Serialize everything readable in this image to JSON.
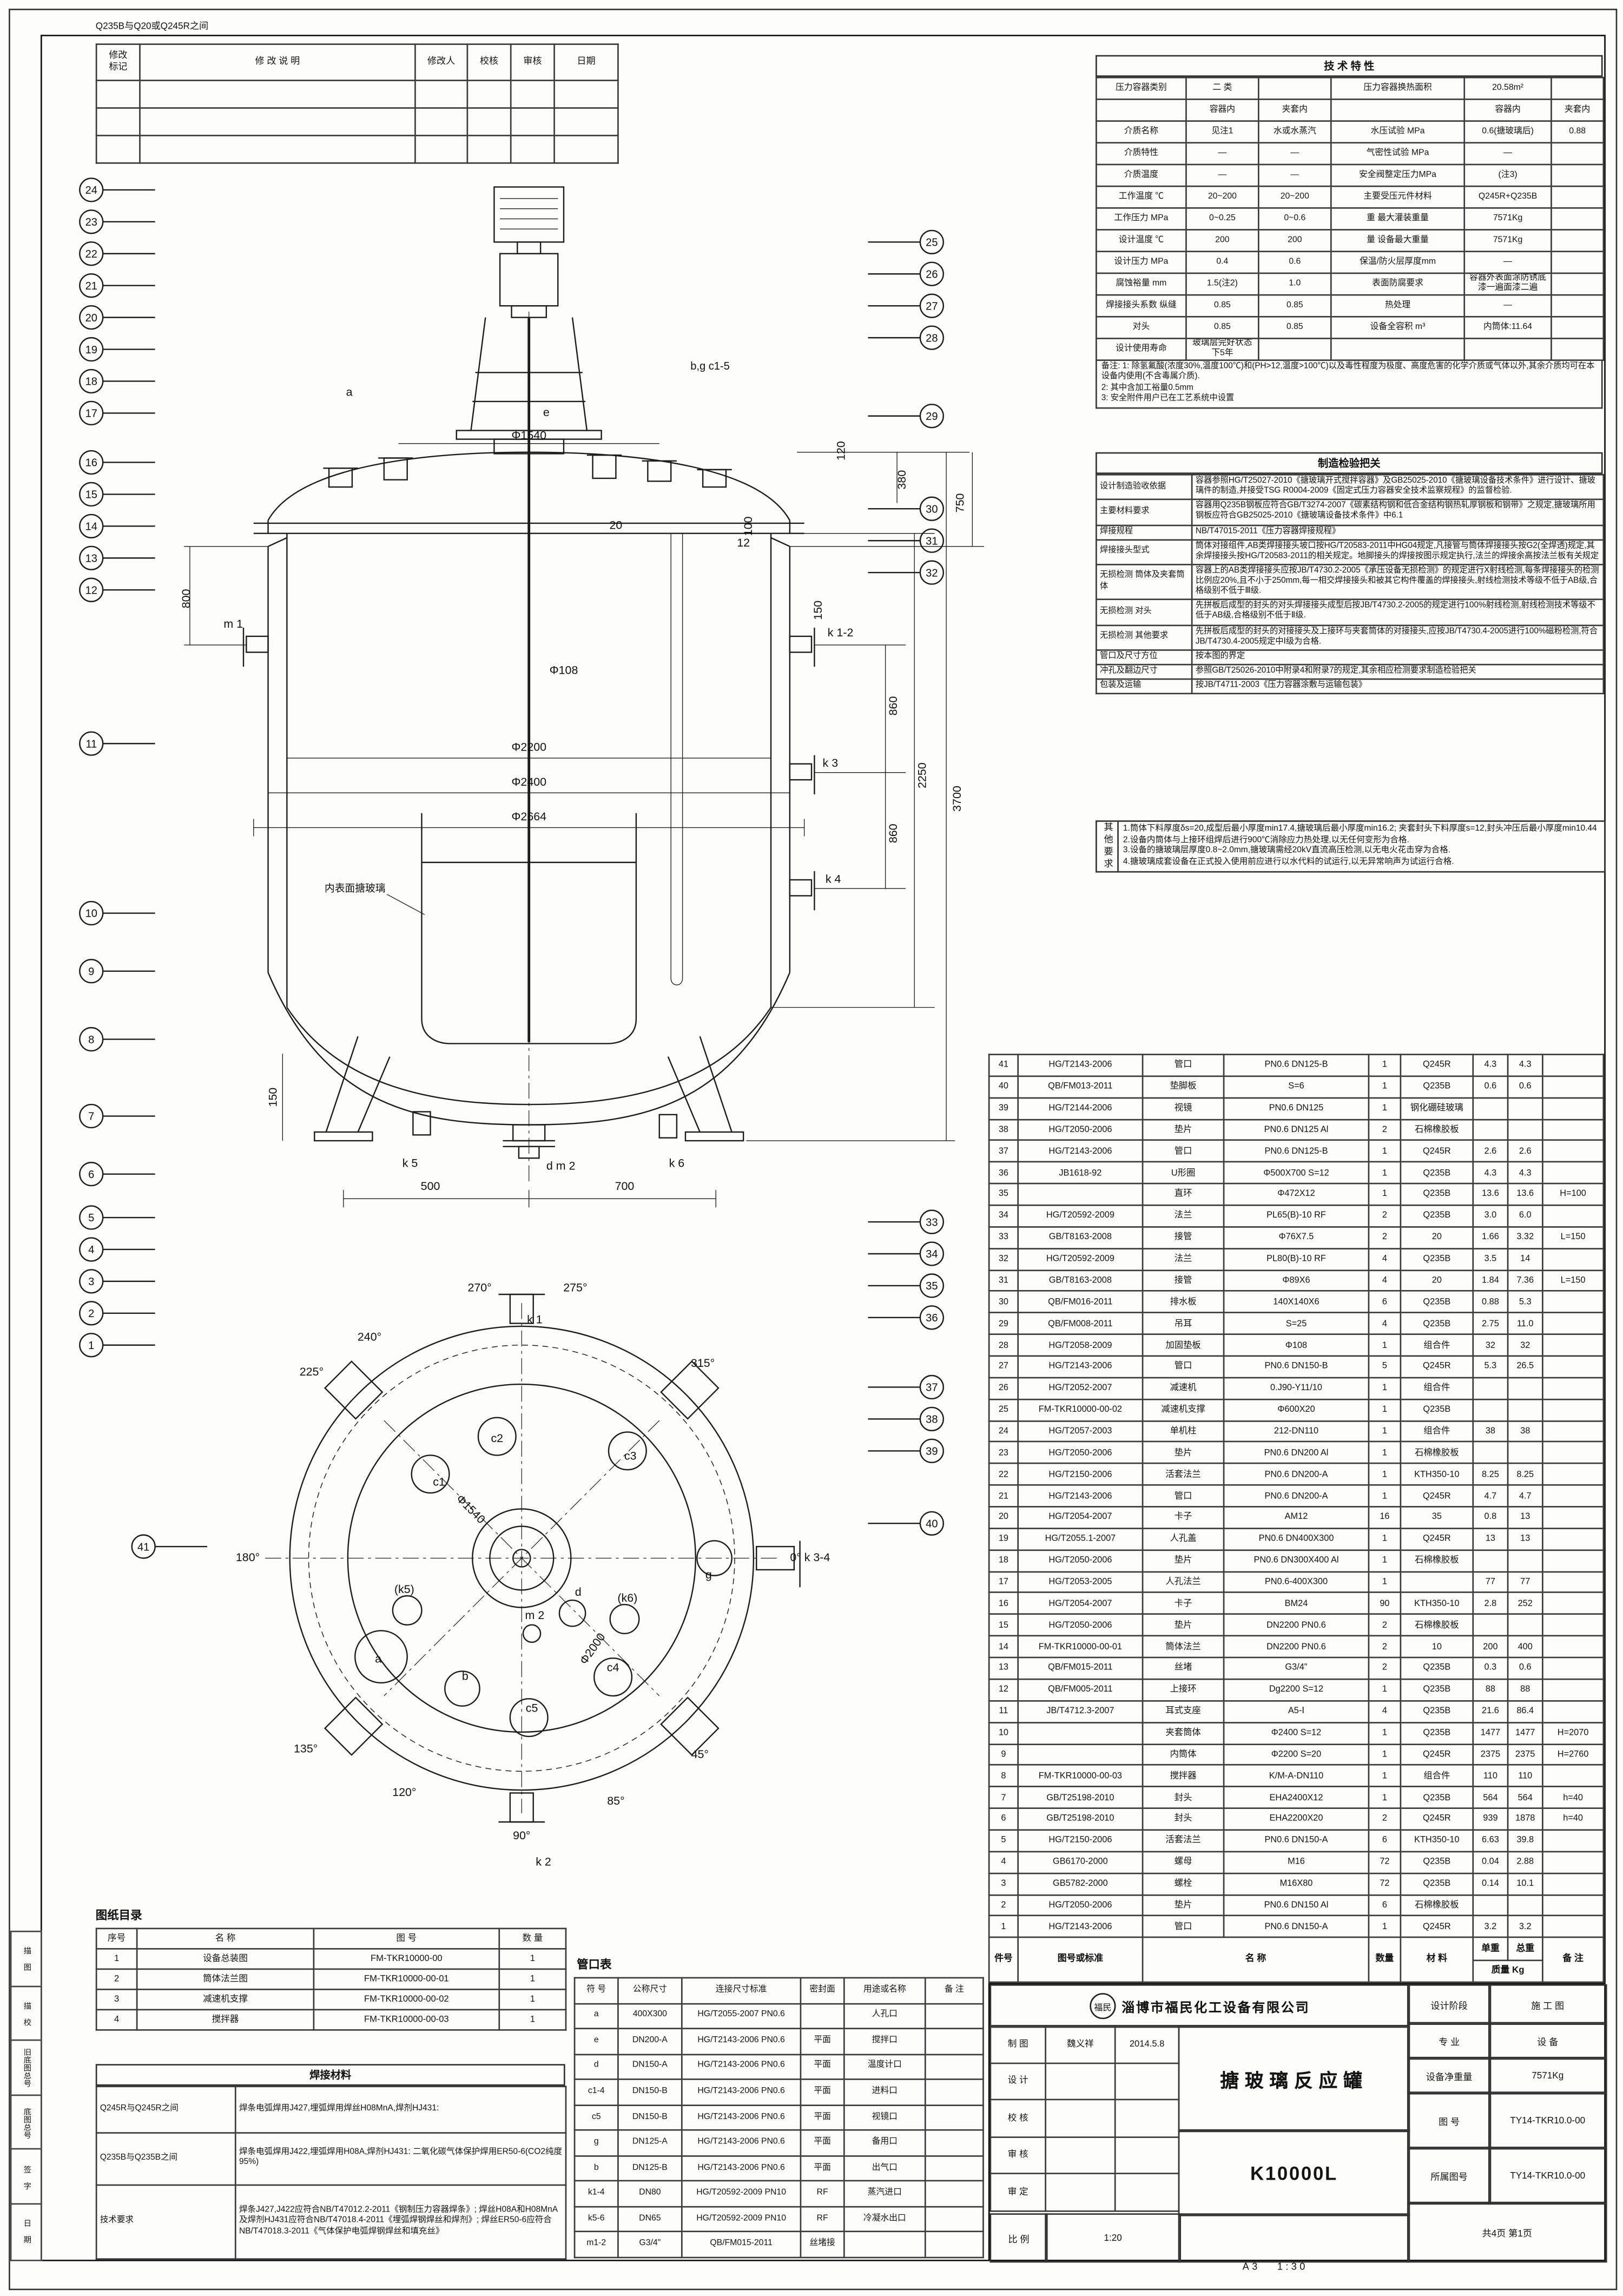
{
  "frame": {
    "corner_note": "Q235B与Q20或Q245R之间",
    "format": "A3",
    "print_scale": "1:30",
    "edge_labels": [
      "描 图",
      "描 校",
      "旧底图总号",
      "底图总号",
      "签 字",
      "日 期"
    ]
  },
  "revision": {
    "head": [
      [
        "修改\n标记",
        "修  改  说  明",
        "修改人",
        "校核",
        "审核",
        "日期"
      ]
    ]
  },
  "params": {
    "title": "技  术  特  性",
    "rows": [
      [
        "压力容器类别",
        "二 类",
        "",
        "压力容器换热面积",
        "20.58m²",
        ""
      ],
      [
        "",
        "容器内",
        "夹套内",
        "",
        "容器内",
        "夹套内"
      ],
      [
        "介质名称",
        "见注1",
        "水或水蒸汽",
        "水压试验  MPa",
        "0.6(搪玻璃后)",
        "0.88"
      ],
      [
        "介质特性",
        "—",
        "—",
        "气密性试验  MPa",
        "—",
        ""
      ],
      [
        "介质温度",
        "—",
        "—",
        "安全阀整定压力MPa",
        "(注3)",
        ""
      ],
      [
        "工作温度 ℃",
        "20~200",
        "20~200",
        "主要受压元件材料",
        "Q245R+Q235B",
        ""
      ],
      [
        "工作压力 MPa",
        "0~0.25",
        "0~0.6",
        "重 最大灌装重量",
        "7571Kg",
        ""
      ],
      [
        "设计温度 ℃",
        "200",
        "200",
        "量 设备最大重量",
        "7571Kg",
        ""
      ],
      [
        "设计压力 MPa",
        "0.4",
        "0.6",
        "保温/防火层厚度mm",
        "—",
        ""
      ],
      [
        "腐蚀裕量 mm",
        "1.5(注2)",
        "1.0",
        "表面防腐要求",
        "容器外表面涂防锈底漆一遍面漆二遍",
        ""
      ],
      [
        "焊接接头系数 纵缝",
        "0.85",
        "0.85",
        "热处理",
        "—",
        ""
      ],
      [
        "对头",
        "0.85",
        "0.85",
        "设备全容积 m³",
        "内筒体:11.64",
        ""
      ],
      [
        "设计使用寿命",
        "玻璃层完好状态下5年",
        "",
        "",
        "",
        ""
      ]
    ],
    "notes": [
      "备注: 1: 除氢氟酸(浓度30%,温度100℃)和(PH>12,温度>100℃)以及毒性程度为极度、高度危害的化学介质或气体以外,其余介质均可在本设备内使用(不含毒属介质).",
      "2: 其中含加工裕量0.5mm",
      "3: 安全附件用户已在工艺系统中设置"
    ]
  },
  "manufacture": {
    "title": "制造检验把关",
    "rows": [
      [
        "设计制造验收依据",
        "容器参照HG/T25027-2010《搪玻璃开式搅拌容器》及GB25025-2010《搪玻璃设备技术条件》进行设计、搪玻璃件的制造,并接受TSG R0004-2009《固定式压力容器安全技术监察规程》的监督检验."
      ],
      [
        "主要材料要求",
        "容器用Q235B钢板应符合GB/T3274-2007《碳素结构钢和低合金结构钢热轧厚钢板和钢带》之规定,搪玻璃所用钢板应符合GB25025-2010《搪玻璃设备技术条件》中6.1"
      ],
      [
        "焊接规程",
        "NB/T47015-2011《压力容器焊接规程》"
      ],
      [
        "焊接接头型式",
        "筒体对接组件,AB类焊接接头坡口按HG/T20583-2011中HG04规定,凡接管与筒体焊接接头按G2(全焊透)规定,其余焊接接头按HG/T20583-2011的相关规定。地脚接头的焊接按图示规定执行,法兰的焊接余高按法兰板有关规定"
      ],
      [
        "无损检测 筒体及夹套筒体",
        "容器上的AB类焊接接头应按JB/T4730.2-2005《承压设备无损检测》的规定进行X射线检测,每条焊接接头的检测比例应20%,且不小于250mm,每一相交焊接接头和被其它构件覆盖的焊接接头,射线检测技术等级不低于AB级,合格级别不低于Ⅲ级."
      ],
      [
        "无损检测 对头",
        "先拼板后成型的封头的对头焊接接头成型后按JB/T4730.2-2005的规定进行100%射线检测,射线检测技术等级不低于AB级,合格级别不低于Ⅱ级."
      ],
      [
        "无损检测 其他要求",
        "先拼板后成型的封头的对接接头及上接环与夹套筒体的对接接头,应按JB/T4730.4-2005进行100%磁粉检测,符合JB/T4730.4-2005规定中Ⅰ级为合格."
      ],
      [
        "管口及尺寸方位",
        "按本图的界定"
      ],
      [
        "冲孔及翻边尺寸",
        "参照GB/T25026-2010中附录4和附录7的规定,其余相应检测要求制造检验把关"
      ],
      [
        "包装及运输",
        "按JB/T4711-2003《压力容器涂敷与运输包装》"
      ]
    ]
  },
  "other_req": {
    "title": "其他要求",
    "items": [
      "1.筒体下料厚度δs=20,成型后最小厚度min17.4,搪玻璃后最小厚度min16.2; 夹套封头下料厚度s=12,封头冲压后最小厚度min10.44",
      "2.设备内筒体与上接环组焊后进行900℃消除应力热处理,以无任何变形为合格.",
      "3.设备的搪玻璃层厚度0.8~2.0mm,搪玻璃需经20kV直流高压检测,以无电火花击穿为合格.",
      "4.搪玻璃成套设备在正式投入使用前应进行以水代料的试运行,以无异常响声为试运行合格."
    ]
  },
  "bom": {
    "h_no": "件号",
    "h_std": "图号或标准",
    "h_name": "名  称",
    "h_qty": "数量",
    "h_mat": "材 料",
    "h_unit": "单重",
    "h_total": "总重",
    "h_mass": "质量 Kg",
    "h_note": "备 注",
    "rows": [
      [
        "41",
        "HG/T2143-2006",
        "管口",
        "PN0.6 DN125-B",
        "1",
        "Q245R",
        "4.3",
        "4.3",
        ""
      ],
      [
        "40",
        "QB/FM013-2011",
        "垫脚板",
        "S=6",
        "1",
        "Q235B",
        "0.6",
        "0.6",
        ""
      ],
      [
        "39",
        "HG/T2144-2006",
        "视镜",
        "PN0.6 DN125",
        "1",
        "钢化硼硅玻璃",
        "",
        "",
        ""
      ],
      [
        "38",
        "HG/T2050-2006",
        "垫片",
        "PN0.6 DN125 Al",
        "2",
        "石棉橡胶板",
        "",
        "",
        ""
      ],
      [
        "37",
        "HG/T2143-2006",
        "管口",
        "PN0.6 DN125-B",
        "1",
        "Q245R",
        "2.6",
        "2.6",
        ""
      ],
      [
        "36",
        "JB1618-92",
        "U形圈",
        "Φ500X700  S=12",
        "1",
        "Q235B",
        "4.3",
        "4.3",
        ""
      ],
      [
        "35",
        "",
        "直环",
        "Φ472X12",
        "1",
        "Q235B",
        "13.6",
        "13.6",
        "H=100"
      ],
      [
        "34",
        "HG/T20592-2009",
        "法兰",
        "PL65(B)-10 RF",
        "2",
        "Q235B",
        "3.0",
        "6.0",
        ""
      ],
      [
        "33",
        "GB/T8163-2008",
        "接管",
        "Φ76X7.5",
        "2",
        "20",
        "1.66",
        "3.32",
        "L=150"
      ],
      [
        "32",
        "HG/T20592-2009",
        "法兰",
        "PL80(B)-10 RF",
        "4",
        "Q235B",
        "3.5",
        "14",
        ""
      ],
      [
        "31",
        "GB/T8163-2008",
        "接管",
        "Φ89X6",
        "4",
        "20",
        "1.84",
        "7.36",
        "L=150"
      ],
      [
        "30",
        "QB/FM016-2011",
        "排水板",
        "140X140X6",
        "6",
        "Q235B",
        "0.88",
        "5.3",
        ""
      ],
      [
        "29",
        "QB/FM008-2011",
        "吊耳",
        "S=25",
        "4",
        "Q235B",
        "2.75",
        "11.0",
        ""
      ],
      [
        "28",
        "HG/T2058-2009",
        "加固垫板",
        "Φ108",
        "1",
        "组合件",
        "32",
        "32",
        ""
      ],
      [
        "27",
        "HG/T2143-2006",
        "管口",
        "PN0.6 DN150-B",
        "5",
        "Q245R",
        "5.3",
        "26.5",
        ""
      ],
      [
        "26",
        "HG/T2052-2007",
        "减速机",
        "0.J90-Y11/10",
        "1",
        "组合件",
        "",
        "",
        ""
      ],
      [
        "25",
        "FM-TKR10000-00-02",
        "减速机支撑",
        "Φ600X20",
        "1",
        "Q235B",
        "",
        "",
        ""
      ],
      [
        "24",
        "HG/T2057-2003",
        "单机柱",
        "212-DN110",
        "1",
        "组合件",
        "38",
        "38",
        ""
      ],
      [
        "23",
        "HG/T2050-2006",
        "垫片",
        "PN0.6 DN200 Al",
        "1",
        "石棉橡胶板",
        "",
        "",
        ""
      ],
      [
        "22",
        "HG/T2150-2006",
        "活套法兰",
        "PN0.6 DN200-A",
        "1",
        "KTH350-10",
        "8.25",
        "8.25",
        ""
      ],
      [
        "21",
        "HG/T2143-2006",
        "管口",
        "PN0.6 DN200-A",
        "1",
        "Q245R",
        "4.7",
        "4.7",
        ""
      ],
      [
        "20",
        "HG/T2054-2007",
        "卡子",
        "AM12",
        "16",
        "35",
        "0.8",
        "13",
        ""
      ],
      [
        "19",
        "HG/T2055.1-2007",
        "人孔盖",
        "PN0.6 DN400X300",
        "1",
        "Q245R",
        "13",
        "13",
        ""
      ],
      [
        "18",
        "HG/T2050-2006",
        "垫片",
        "PN0.6 DN300X400 Al",
        "1",
        "石棉橡胶板",
        "",
        "",
        ""
      ],
      [
        "17",
        "HG/T2053-2005",
        "人孔法兰",
        "PN0.6-400X300",
        "1",
        "",
        "77",
        "77",
        ""
      ],
      [
        "16",
        "HG/T2054-2007",
        "卡子",
        "BM24",
        "90",
        "KTH350-10",
        "2.8",
        "252",
        ""
      ],
      [
        "15",
        "HG/T2050-2006",
        "垫片",
        "DN2200 PN0.6",
        "2",
        "石棉橡胶板",
        "",
        "",
        ""
      ],
      [
        "14",
        "FM-TKR10000-00-01",
        "筒体法兰",
        "DN2200 PN0.6",
        "2",
        "10",
        "200",
        "400",
        ""
      ],
      [
        "13",
        "QB/FM015-2011",
        "丝堵",
        "G3/4\"",
        "2",
        "Q235B",
        "0.3",
        "0.6",
        ""
      ],
      [
        "12",
        "QB/FM005-2011",
        "上接环",
        "Dg2200 S=12",
        "1",
        "Q235B",
        "88",
        "88",
        ""
      ],
      [
        "11",
        "JB/T4712.3-2007",
        "耳式支座",
        "A5-Ⅰ",
        "4",
        "Q235B",
        "21.6",
        "86.4",
        ""
      ],
      [
        "10",
        "",
        "夹套筒体",
        "Φ2400  S=12",
        "1",
        "Q235B",
        "1477",
        "1477",
        "H=2070"
      ],
      [
        "9",
        "",
        "内筒体",
        "Φ2200  S=20",
        "1",
        "Q245R",
        "2375",
        "2375",
        "H=2760"
      ],
      [
        "8",
        "FM-TKR10000-00-03",
        "搅拌器",
        "K/M-A-DN110",
        "1",
        "组合件",
        "110",
        "110",
        ""
      ],
      [
        "7",
        "GB/T25198-2010",
        "封头",
        "EHA2400X12",
        "1",
        "Q235B",
        "564",
        "564",
        "h=40"
      ],
      [
        "6",
        "GB/T25198-2010",
        "封头",
        "EHA2200X20",
        "2",
        "Q245R",
        "939",
        "1878",
        "h=40"
      ],
      [
        "5",
        "HG/T2150-2006",
        "活套法兰",
        "PN0.6 DN150-A",
        "6",
        "KTH350-10",
        "6.63",
        "39.8",
        ""
      ],
      [
        "4",
        "GB6170-2000",
        "螺母",
        "M16",
        "72",
        "Q235B",
        "0.04",
        "2.88",
        ""
      ],
      [
        "3",
        "GB5782-2000",
        "螺栓",
        "M16X80",
        "72",
        "Q235B",
        "0.14",
        "10.1",
        ""
      ],
      [
        "2",
        "HG/T2050-2006",
        "垫片",
        "PN0.6 DN150 Al",
        "6",
        "石棉橡胶板",
        "",
        "",
        ""
      ],
      [
        "1",
        "HG/T2143-2006",
        "管口",
        "PN0.6 DN150-A",
        "1",
        "Q245R",
        "3.2",
        "3.2",
        ""
      ]
    ]
  },
  "catalog": {
    "title": "图纸目录",
    "head": [
      [
        "序号",
        "名    称",
        "图    号",
        "数 量"
      ]
    ],
    "rows": [
      [
        "1",
        "设备总装图",
        "FM-TKR10000-00",
        "1"
      ],
      [
        "2",
        "筒体法兰图",
        "FM-TKR10000-00-01",
        "1"
      ],
      [
        "3",
        "减速机支撑",
        "FM-TKR10000-00-02",
        "1"
      ],
      [
        "4",
        "搅拌器",
        "FM-TKR10000-00-03",
        "1"
      ]
    ]
  },
  "welding": {
    "title": "焊接材料",
    "rows": [
      [
        "Q245R与Q245R之间",
        "焊条电弧焊用J427,埋弧焊用焊丝H08MnA,焊剂HJ431:"
      ],
      [
        "Q235B与Q235B之间",
        "焊条电弧焊用J422,埋弧焊用H08A,焊剂HJ431: 二氧化碳气体保护焊用ER50-6(CO2纯度95%)"
      ],
      [
        "技术要求",
        "焊条J427,J422应符合NB/T47012.2-2011《钢制压力容器焊条》; 焊丝H08A和H08MnA及焊剂HJ431应符合NB/T47018.4-2011《埋弧焊钢焊丝和焊剂》; 焊丝ER50-6应符合NB/T47018.3-2011《气体保护电弧焊钢焊丝和填充丝》"
      ]
    ]
  },
  "nozzles": {
    "title": "管口表",
    "head": [
      [
        "符 号",
        "公称尺寸",
        "连接尺寸标准",
        "密封面",
        "用途或名称",
        "备 注"
      ]
    ],
    "rows": [
      [
        "a",
        "400X300",
        "HG/T2055-2007  PN0.6",
        "",
        "人孔口",
        ""
      ],
      [
        "e",
        "DN200-A",
        "HG/T2143-2006  PN0.6",
        "平面",
        "搅拌口",
        ""
      ],
      [
        "d",
        "DN150-A",
        "HG/T2143-2006  PN0.6",
        "平面",
        "温度计口",
        ""
      ],
      [
        "c1-4",
        "DN150-B",
        "HG/T2143-2006  PN0.6",
        "平面",
        "进料口",
        ""
      ],
      [
        "c5",
        "DN150-B",
        "HG/T2143-2006  PN0.6",
        "平面",
        "视镜口",
        ""
      ],
      [
        "g",
        "DN125-A",
        "HG/T2143-2006  PN0.6",
        "平面",
        "备用口",
        ""
      ],
      [
        "b",
        "DN125-B",
        "HG/T2143-2006  PN0.6",
        "平面",
        "出气口",
        ""
      ],
      [
        "k1-4",
        "DN80",
        "HG/T20592-2009  PN10",
        "RF",
        "蒸汽进口",
        ""
      ],
      [
        "k5-6",
        "DN65",
        "HG/T20592-2009  PN10",
        "RF",
        "冷凝水出口",
        ""
      ],
      [
        "m1-2",
        "G3/4\"",
        "QB/FM015-2011",
        "丝堵接",
        "",
        ""
      ]
    ]
  },
  "tb": {
    "logo": "福民",
    "company": "淄博市福民化工设备有限公司",
    "product": "搪玻璃反应罐",
    "model": "K10000L",
    "stage_l": "设计阶段",
    "stage": "施 工 图",
    "major_l": "专  业",
    "major": "设  备",
    "weight_l": "设备净重量",
    "weight": "7571Kg",
    "dwgno_l": "图  号",
    "dwgno": "TY14-TKR10.0-00",
    "parent_l": "所属图号",
    "parent": "TY14-TKR10.0-00",
    "scale_l": "比  例",
    "scale": "1:20",
    "page": "共4页  第1页",
    "roles": [
      [
        "制 图",
        "魏义祥",
        "2014.5.8"
      ],
      [
        "设 计",
        "",
        ""
      ],
      [
        "校 核",
        "",
        ""
      ],
      [
        "审 核",
        "",
        ""
      ],
      [
        "审 定",
        "",
        ""
      ]
    ]
  },
  "drawing": {
    "glass_note": "内表面搪玻璃",
    "balloons": [
      [
        "24",
        28,
        16
      ],
      [
        "23",
        28,
        38
      ],
      [
        "22",
        28,
        60
      ],
      [
        "21",
        28,
        82
      ],
      [
        "20",
        28,
        104
      ],
      [
        "19",
        28,
        126
      ],
      [
        "18",
        28,
        148
      ],
      [
        "17",
        28,
        170
      ],
      [
        "16",
        28,
        204
      ],
      [
        "15",
        28,
        226
      ],
      [
        "14",
        28,
        248
      ],
      [
        "13",
        28,
        270
      ],
      [
        "12",
        28,
        292
      ],
      [
        "11",
        28,
        398
      ],
      [
        "10",
        28,
        515
      ],
      [
        "9",
        28,
        555
      ],
      [
        "8",
        28,
        602
      ],
      [
        "7",
        28,
        655
      ],
      [
        "6",
        28,
        695
      ],
      [
        "5",
        28,
        725
      ],
      [
        "4",
        28,
        747
      ],
      [
        "3",
        28,
        769
      ],
      [
        "2",
        28,
        791
      ],
      [
        "1",
        28,
        813
      ],
      [
        "25",
        608,
        52
      ],
      [
        "26",
        608,
        74
      ],
      [
        "27",
        608,
        96
      ],
      [
        "28",
        608,
        118
      ],
      [
        "29",
        608,
        172
      ],
      [
        "30",
        608,
        236
      ],
      [
        "31",
        608,
        258
      ],
      [
        "32",
        608,
        280
      ],
      [
        "33",
        608,
        728
      ],
      [
        "34",
        608,
        750
      ],
      [
        "35",
        608,
        772
      ],
      [
        "36",
        608,
        794
      ],
      [
        "37",
        608,
        842
      ],
      [
        "38",
        608,
        864
      ],
      [
        "39",
        608,
        886
      ],
      [
        "40",
        608,
        936
      ],
      [
        "41",
        64,
        952
      ]
    ],
    "labels": [
      [
        "Φ1540",
        330,
        188
      ],
      [
        "Φ108",
        354,
        350
      ],
      [
        "Φ2200",
        330,
        403
      ],
      [
        "Φ2400",
        330,
        427
      ],
      [
        "Φ2664",
        330,
        451
      ],
      [
        "内表面搪玻璃",
        210,
        500,
        0,
        7
      ],
      [
        "b,g c1-5",
        455,
        140,
        0,
        7.5
      ],
      [
        "e",
        342,
        172
      ],
      [
        "a",
        206,
        158
      ],
      [
        "m 1",
        126,
        318
      ],
      [
        "d   m 2",
        352,
        692
      ],
      [
        "k 1-2",
        545,
        324
      ],
      [
        "k 3",
        538,
        414
      ],
      [
        "k 4",
        540,
        494
      ],
      [
        "k 5",
        248,
        690
      ],
      [
        "k 6",
        432,
        690
      ],
      [
        "800",
        96,
        298,
        -90
      ],
      [
        "750",
        630,
        232,
        -90
      ],
      [
        "380",
        590,
        216,
        -90
      ],
      [
        "150",
        532,
        306,
        -90
      ],
      [
        "120",
        548,
        196,
        -90
      ],
      [
        "100",
        484,
        248,
        -90
      ],
      [
        "3700",
        628,
        436,
        -90
      ],
      [
        "2250",
        604,
        420,
        -90
      ],
      [
        "860",
        584,
        372,
        -90
      ],
      [
        "860",
        584,
        460,
        -90
      ],
      [
        "20",
        390,
        250
      ],
      [
        "12",
        478,
        262
      ],
      [
        "500",
        262,
        706
      ],
      [
        "700",
        396,
        706
      ],
      [
        "150",
        156,
        642,
        -90
      ],
      [
        "270°",
        296,
        776
      ],
      [
        "k 1",
        334,
        798
      ],
      [
        "275°",
        362,
        776
      ],
      [
        "240°",
        220,
        810
      ],
      [
        "225°",
        180,
        834
      ],
      [
        "315°",
        450,
        828
      ],
      [
        "180°",
        136,
        962
      ],
      [
        "0°  k 3-4",
        524,
        962
      ],
      [
        "135°",
        176,
        1094
      ],
      [
        "120°",
        244,
        1124
      ],
      [
        "90°",
        325,
        1154
      ],
      [
        "85°",
        390,
        1130
      ],
      [
        "45°",
        448,
        1098
      ],
      [
        "k 2",
        340,
        1172
      ],
      [
        "c1",
        268,
        910
      ],
      [
        "c2",
        308,
        880
      ],
      [
        "c3",
        400,
        892
      ],
      [
        "c4",
        388,
        1038
      ],
      [
        "c5",
        332,
        1066
      ],
      [
        "b",
        286,
        1044
      ],
      [
        "d",
        364,
        986
      ],
      [
        "g",
        454,
        974
      ],
      [
        "(k5)",
        244,
        984
      ],
      [
        "(k6)",
        398,
        990
      ],
      [
        "m 2",
        334,
        1002
      ],
      [
        "a",
        226,
        1032
      ],
      [
        "Φ2000",
        376,
        1024,
        -55
      ],
      [
        "Φ1540",
        288,
        928,
        45
      ]
    ]
  }
}
